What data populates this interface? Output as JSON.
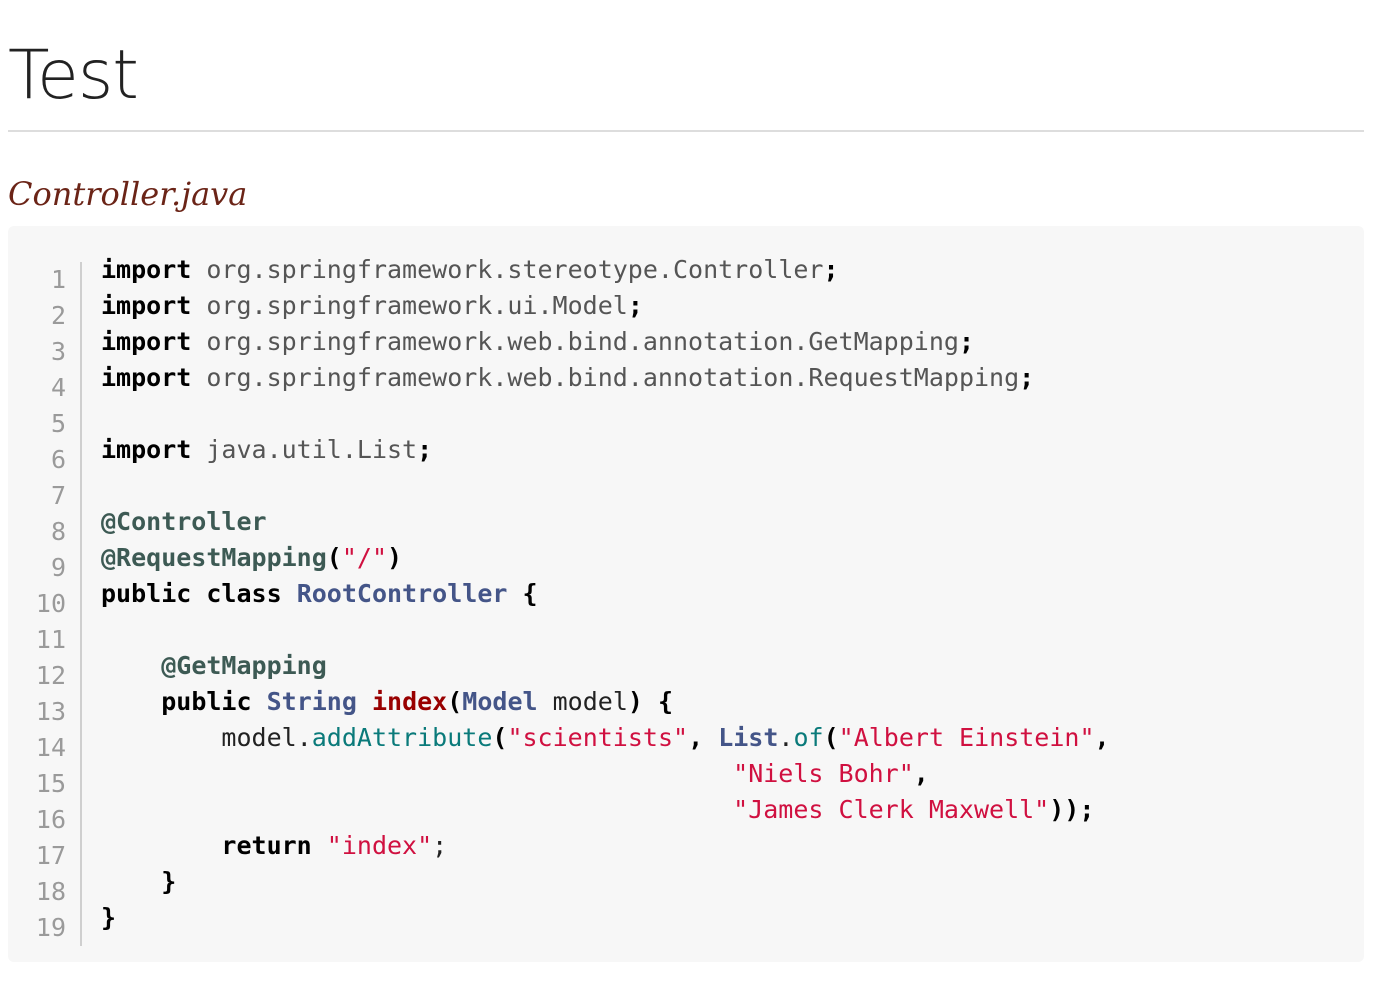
{
  "page": {
    "title": "Test"
  },
  "file": {
    "name": "Controller.java"
  },
  "code": {
    "line_numbers": [
      "1",
      "2",
      "3",
      "4",
      "5",
      "6",
      "7",
      "8",
      "9",
      "10",
      "11",
      "12",
      "13",
      "14",
      "15",
      "16",
      "17",
      "18",
      "19"
    ],
    "tokens": {
      "import": "import",
      "pkg_controller": "org.springframework.stereotype.Controller",
      "pkg_model": "org.springframework.ui.Model",
      "pkg_getmapping": "org.springframework.web.bind.annotation.GetMapping",
      "pkg_requestmapping": "org.springframework.web.bind.annotation.RequestMapping",
      "pkg_list": "java.util.List",
      "semicolon": ";",
      "ann_controller": "@Controller",
      "ann_requestmapping": "@RequestMapping",
      "paren_open": "(",
      "paren_close": ")",
      "str_root": "\"/\"",
      "public": "public",
      "class": "class",
      "root_controller": "RootController",
      "brace_open": "{",
      "brace_close": "}",
      "ann_getmapping": "@GetMapping",
      "type_string": "String",
      "fn_index": "index",
      "type_model": "Model",
      "param_model": "model",
      "model_var": "model",
      "dot": ".",
      "add_attribute": "addAttribute",
      "str_scientists": "\"scientists\"",
      "comma": ",",
      "list_type": "List",
      "of_method": "of",
      "str_einstein": "\"Albert Einstein\"",
      "str_bohr": "\"Niels Bohr\"",
      "str_maxwell": "\"James Clerk Maxwell\"",
      "close_stmt": "));",
      "return": "return",
      "str_index": "\"index\""
    }
  }
}
